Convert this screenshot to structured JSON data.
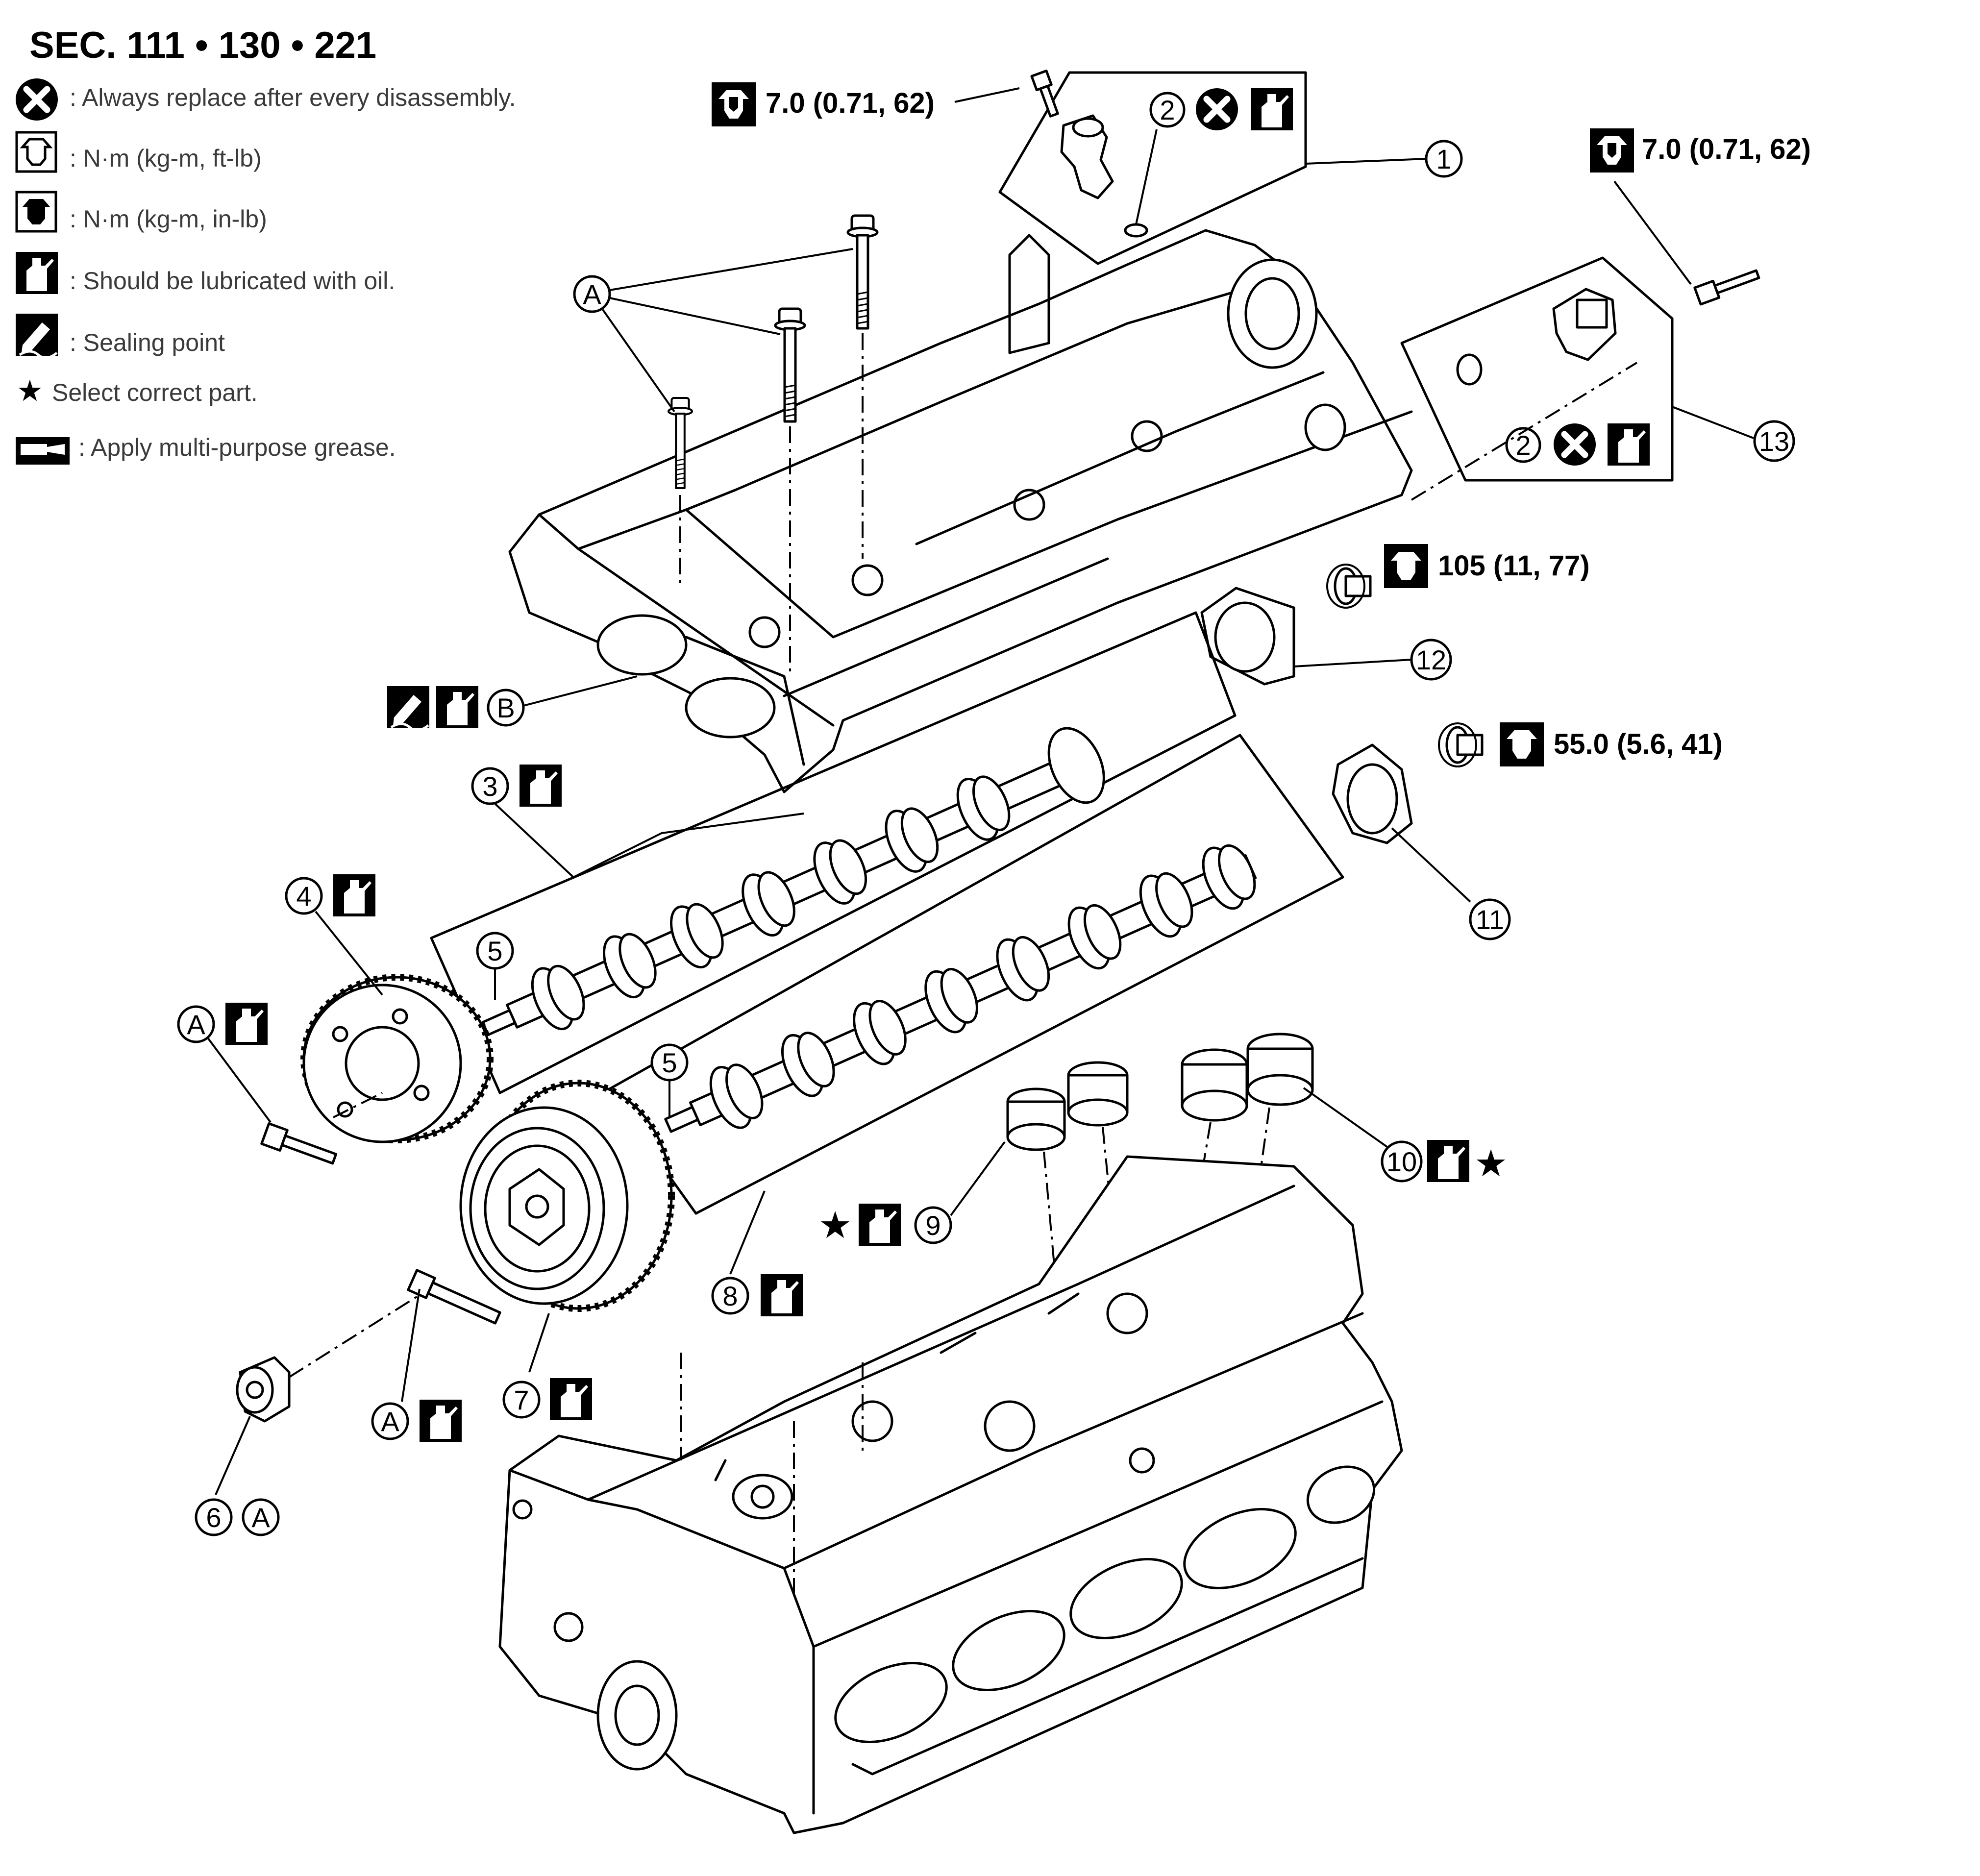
{
  "section": "SEC. 111 • 130 • 221",
  "legend": [
    {
      "icon": "replace-icon",
      "text": ": Always replace after every disassembly."
    },
    {
      "icon": "torque-ftlb-icon",
      "text": ": N·m (kg-m, ft-lb)"
    },
    {
      "icon": "torque-inlb-icon",
      "text": ": N·m (kg-m, in-lb)"
    },
    {
      "icon": "oil-can-icon",
      "text": ": Should be lubricated with oil."
    },
    {
      "icon": "sealing-icon",
      "text": ": Sealing point"
    },
    {
      "icon": "star-icon",
      "text": "Select correct part."
    },
    {
      "icon": "grease-icon",
      "text": ": Apply multi-purpose grease."
    }
  ],
  "torque_specs": {
    "t1": "7.0 (0.71, 62)",
    "t2": "7.0 (0.71, 62)",
    "t3": "105 (11, 77)",
    "t4": "55.0 (5.6, 41)"
  },
  "callouts": {
    "n1": "1",
    "n2a": "2",
    "n2b": "2",
    "n3": "3",
    "n4": "4",
    "n5a": "5",
    "n5b": "5",
    "n6": "6",
    "n7": "7",
    "n8": "8",
    "n9": "9",
    "n10": "10",
    "n11": "11",
    "n12": "12",
    "n13": "13"
  },
  "letters": {
    "a1": "A",
    "a2": "A",
    "a3": "A",
    "a4": "A",
    "b1": "B"
  },
  "symbols": {
    "star": "★"
  }
}
